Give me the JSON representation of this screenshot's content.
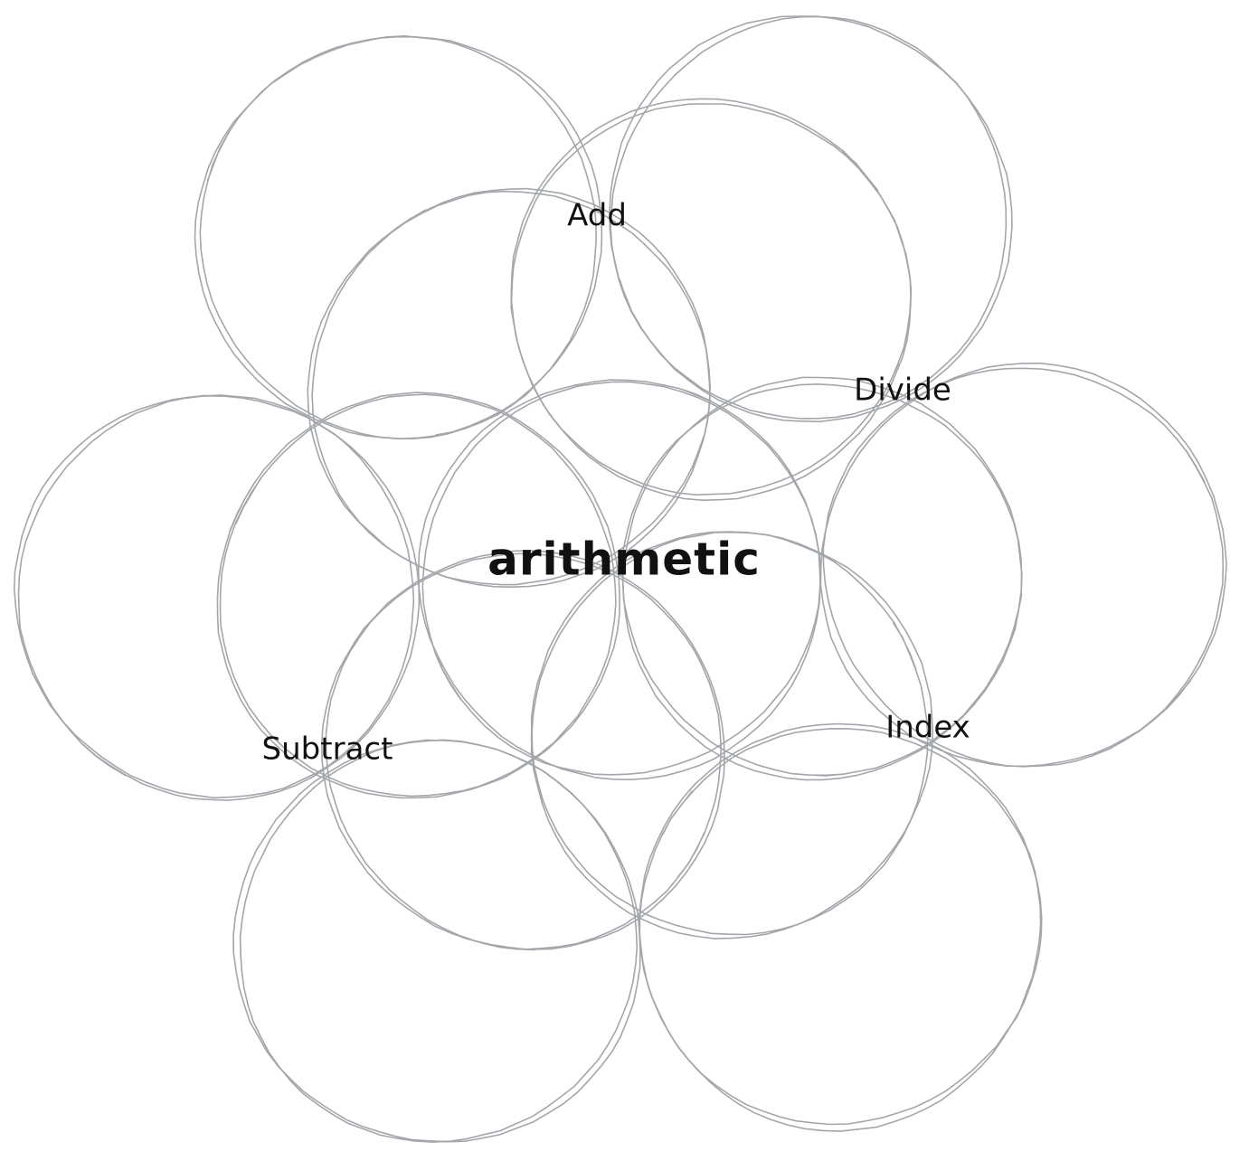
{
  "diagram": {
    "center": {
      "label": "arithmetic"
    },
    "nodes": [
      {
        "id": "add",
        "label": "Add"
      },
      {
        "id": "divide",
        "label": "Divide"
      },
      {
        "id": "index",
        "label": "Index"
      },
      {
        "id": "subtract",
        "label": "Subtract"
      }
    ],
    "stroke_color": "#a3a6aa",
    "text_color": "#111111",
    "background_color": "#ffffff"
  }
}
